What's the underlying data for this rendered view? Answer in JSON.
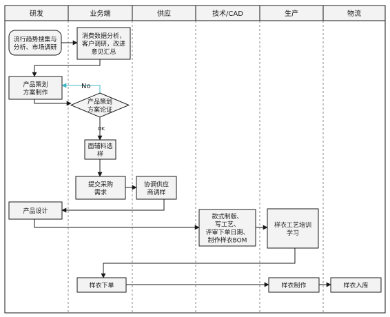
{
  "lanes": [
    "研发",
    "业务端",
    "供应",
    "技术/CAD",
    "生产",
    "物流"
  ],
  "nodes": {
    "trend_research": [
      "流行趋势搜集与",
      "分析、市场调研"
    ],
    "consumer_analysis": [
      "消费数据分析，",
      "客户调研，改进",
      "意见汇总"
    ],
    "product_planning": [
      "产品策划",
      "方案制作"
    ],
    "plan_review": [
      "产品策划",
      "方案论证"
    ],
    "material_selection": [
      "面辅料选",
      "样"
    ],
    "purchase_request": [
      "提交采购",
      "需求"
    ],
    "supplier_sampling": [
      "协调供应",
      "商调样"
    ],
    "product_design": [
      "产品设计"
    ],
    "pattern_making": [
      "款式制版、",
      "写工艺、",
      "评审下单日期、",
      "制作样衣BOM"
    ],
    "craft_training": [
      "样衣工艺培训",
      "学习"
    ],
    "sample_order": [
      "样衣下单"
    ],
    "sample_production": [
      "样衣制作"
    ],
    "sample_storage": [
      "样衣入库"
    ]
  },
  "edge_labels": {
    "no": "No",
    "ok": "OK"
  },
  "colors": {
    "line": "#1a1a1a",
    "box_fill": "#f3f3f3",
    "header_fill": "#f3f3f3",
    "divider": "#8a8a8a",
    "no_arrow": "#3fb8c8"
  }
}
